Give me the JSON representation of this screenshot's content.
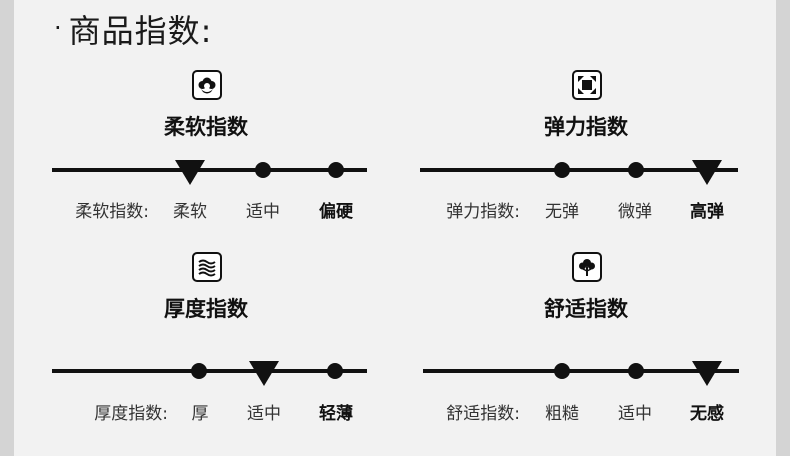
{
  "header": {
    "dot": "·",
    "title": "商品指数:"
  },
  "indices": [
    {
      "icon": "cotton-flower-icon",
      "title": "柔软指数",
      "prefix": "柔软指数:",
      "options": [
        "柔软",
        "适中",
        "偏硬"
      ],
      "selected": 0,
      "pointer_level": 0.0
    },
    {
      "icon": "stretch-arrows-icon",
      "title": "弹力指数",
      "prefix": "弹力指数:",
      "options": [
        "无弹",
        "微弹",
        "高弹"
      ],
      "selected": 2,
      "pointer_level": 1.0
    },
    {
      "icon": "layers-icon",
      "title": "厚度指数",
      "prefix": "厚度指数:",
      "options": [
        "厚",
        "适中",
        "轻薄"
      ],
      "selected": 1,
      "pointer_level": 0.5
    },
    {
      "icon": "cotton-plant-icon",
      "title": "舒适指数",
      "prefix": "舒适指数:",
      "options": [
        "粗糙",
        "适中",
        "无感"
      ],
      "selected": 2,
      "pointer_level": 1.0
    }
  ],
  "colors": {
    "background": "#d4d4d4",
    "panel": "#f2f2f2",
    "ink": "#111111"
  }
}
